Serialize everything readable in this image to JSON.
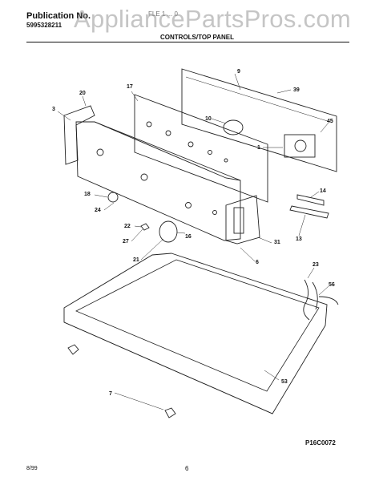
{
  "header": {
    "publication_label": "Publication No.",
    "publication_number": "5995328211",
    "section_code": "FLE 1 ... 0",
    "section_title": "CONTROLS/TOP PANEL"
  },
  "watermark": "AppliancePartsPros.com",
  "callouts": [
    "9",
    "39",
    "17",
    "20",
    "3",
    "10",
    "45",
    "1",
    "18",
    "24",
    "22",
    "27",
    "16",
    "21",
    "14",
    "13",
    "31",
    "6",
    "23",
    "56",
    "53",
    "7"
  ],
  "drawing_code": "P16C0072",
  "footer": {
    "date": "8/99",
    "page": "6"
  }
}
